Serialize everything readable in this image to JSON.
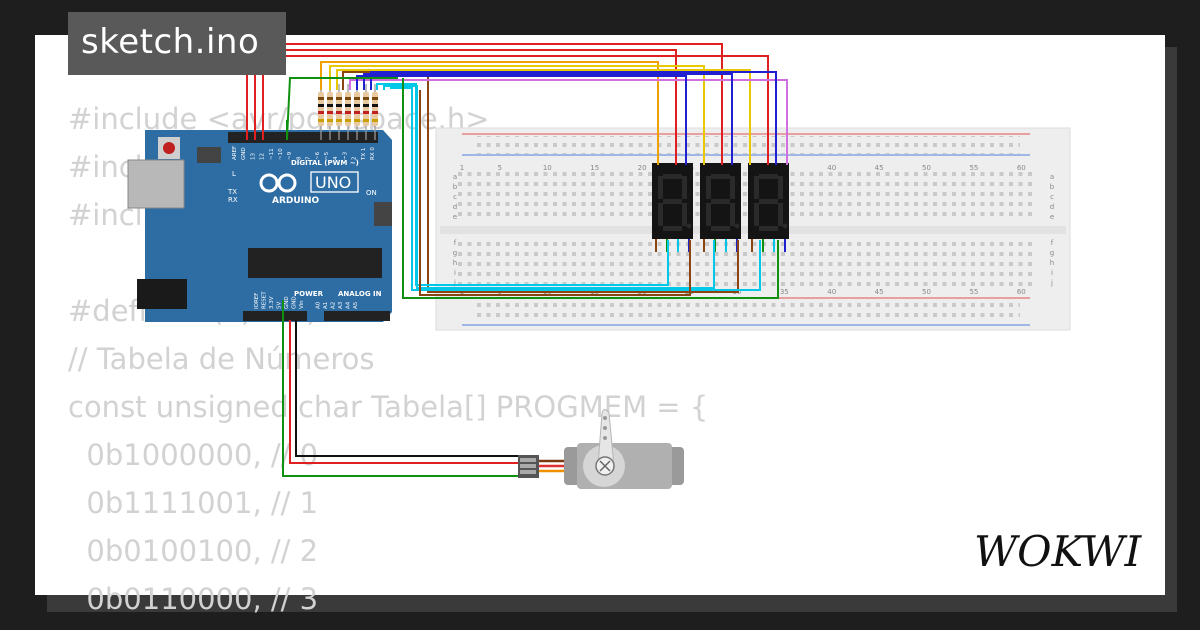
{
  "title": "sketch.ino",
  "code_lines": [
    "#include <avr/pgmspace.h>",
    "#include",
    "#incl",
    "",
    "#define B(x) ...x)",
    "// Tabela de Números",
    "const unsigned char Tabela[] PROGMEM = {",
    "  0b1000000, // 0",
    "  0b1111001, // 1",
    "  0b0100100, // 2",
    "  0b0110000, // 3"
  ],
  "arduino": {
    "model": "UNO",
    "brand": "ARDUINO",
    "on_label": "ON",
    "l_label": "L",
    "tx_label": "TX",
    "rx_label": "RX",
    "digital_label": "DIGITAL (PWM ~)",
    "power_label": "POWER",
    "analog_label": "ANALOG IN",
    "top_pins": [
      "AREF",
      "GND",
      "13",
      "12",
      "~11",
      "~10",
      "~9",
      "8",
      "7",
      "~6",
      "~5",
      "4",
      "~3",
      "2",
      "TX 1",
      "RX 0"
    ],
    "bottom_pins": [
      "IOREF",
      "RESET",
      "3.3V",
      "5V",
      "GND",
      "GND",
      "Vin",
      "A0",
      "A1",
      "A2",
      "A3",
      "A4",
      "A5"
    ]
  },
  "breadboard": {
    "column_numbers": [
      "1",
      "5",
      "10",
      "15",
      "20",
      "25",
      "30",
      "35",
      "40",
      "45",
      "50",
      "55",
      "60"
    ],
    "row_letters_top": [
      "a",
      "b",
      "c",
      "d",
      "e"
    ],
    "row_letters_bottom": [
      "f",
      "g",
      "h",
      "i",
      "j"
    ]
  },
  "displays": {
    "count": 3,
    "segment_color": "#2a2a2a"
  },
  "colors": {
    "red": "#e02020",
    "orange": "#f0a000",
    "yellow": "#e8c800",
    "brown": "#8b4513",
    "blue": "#2020d0",
    "cyan": "#00c8e8",
    "green": "#109010",
    "violet": "#d070e0",
    "black": "#111111",
    "board": "#2e6da4"
  },
  "icons": [
    "wokwi-logo",
    "servo-motor-icon",
    "arduino-infinity-icon",
    "reset-button-icon"
  ],
  "brand_logo": "WOKWI"
}
